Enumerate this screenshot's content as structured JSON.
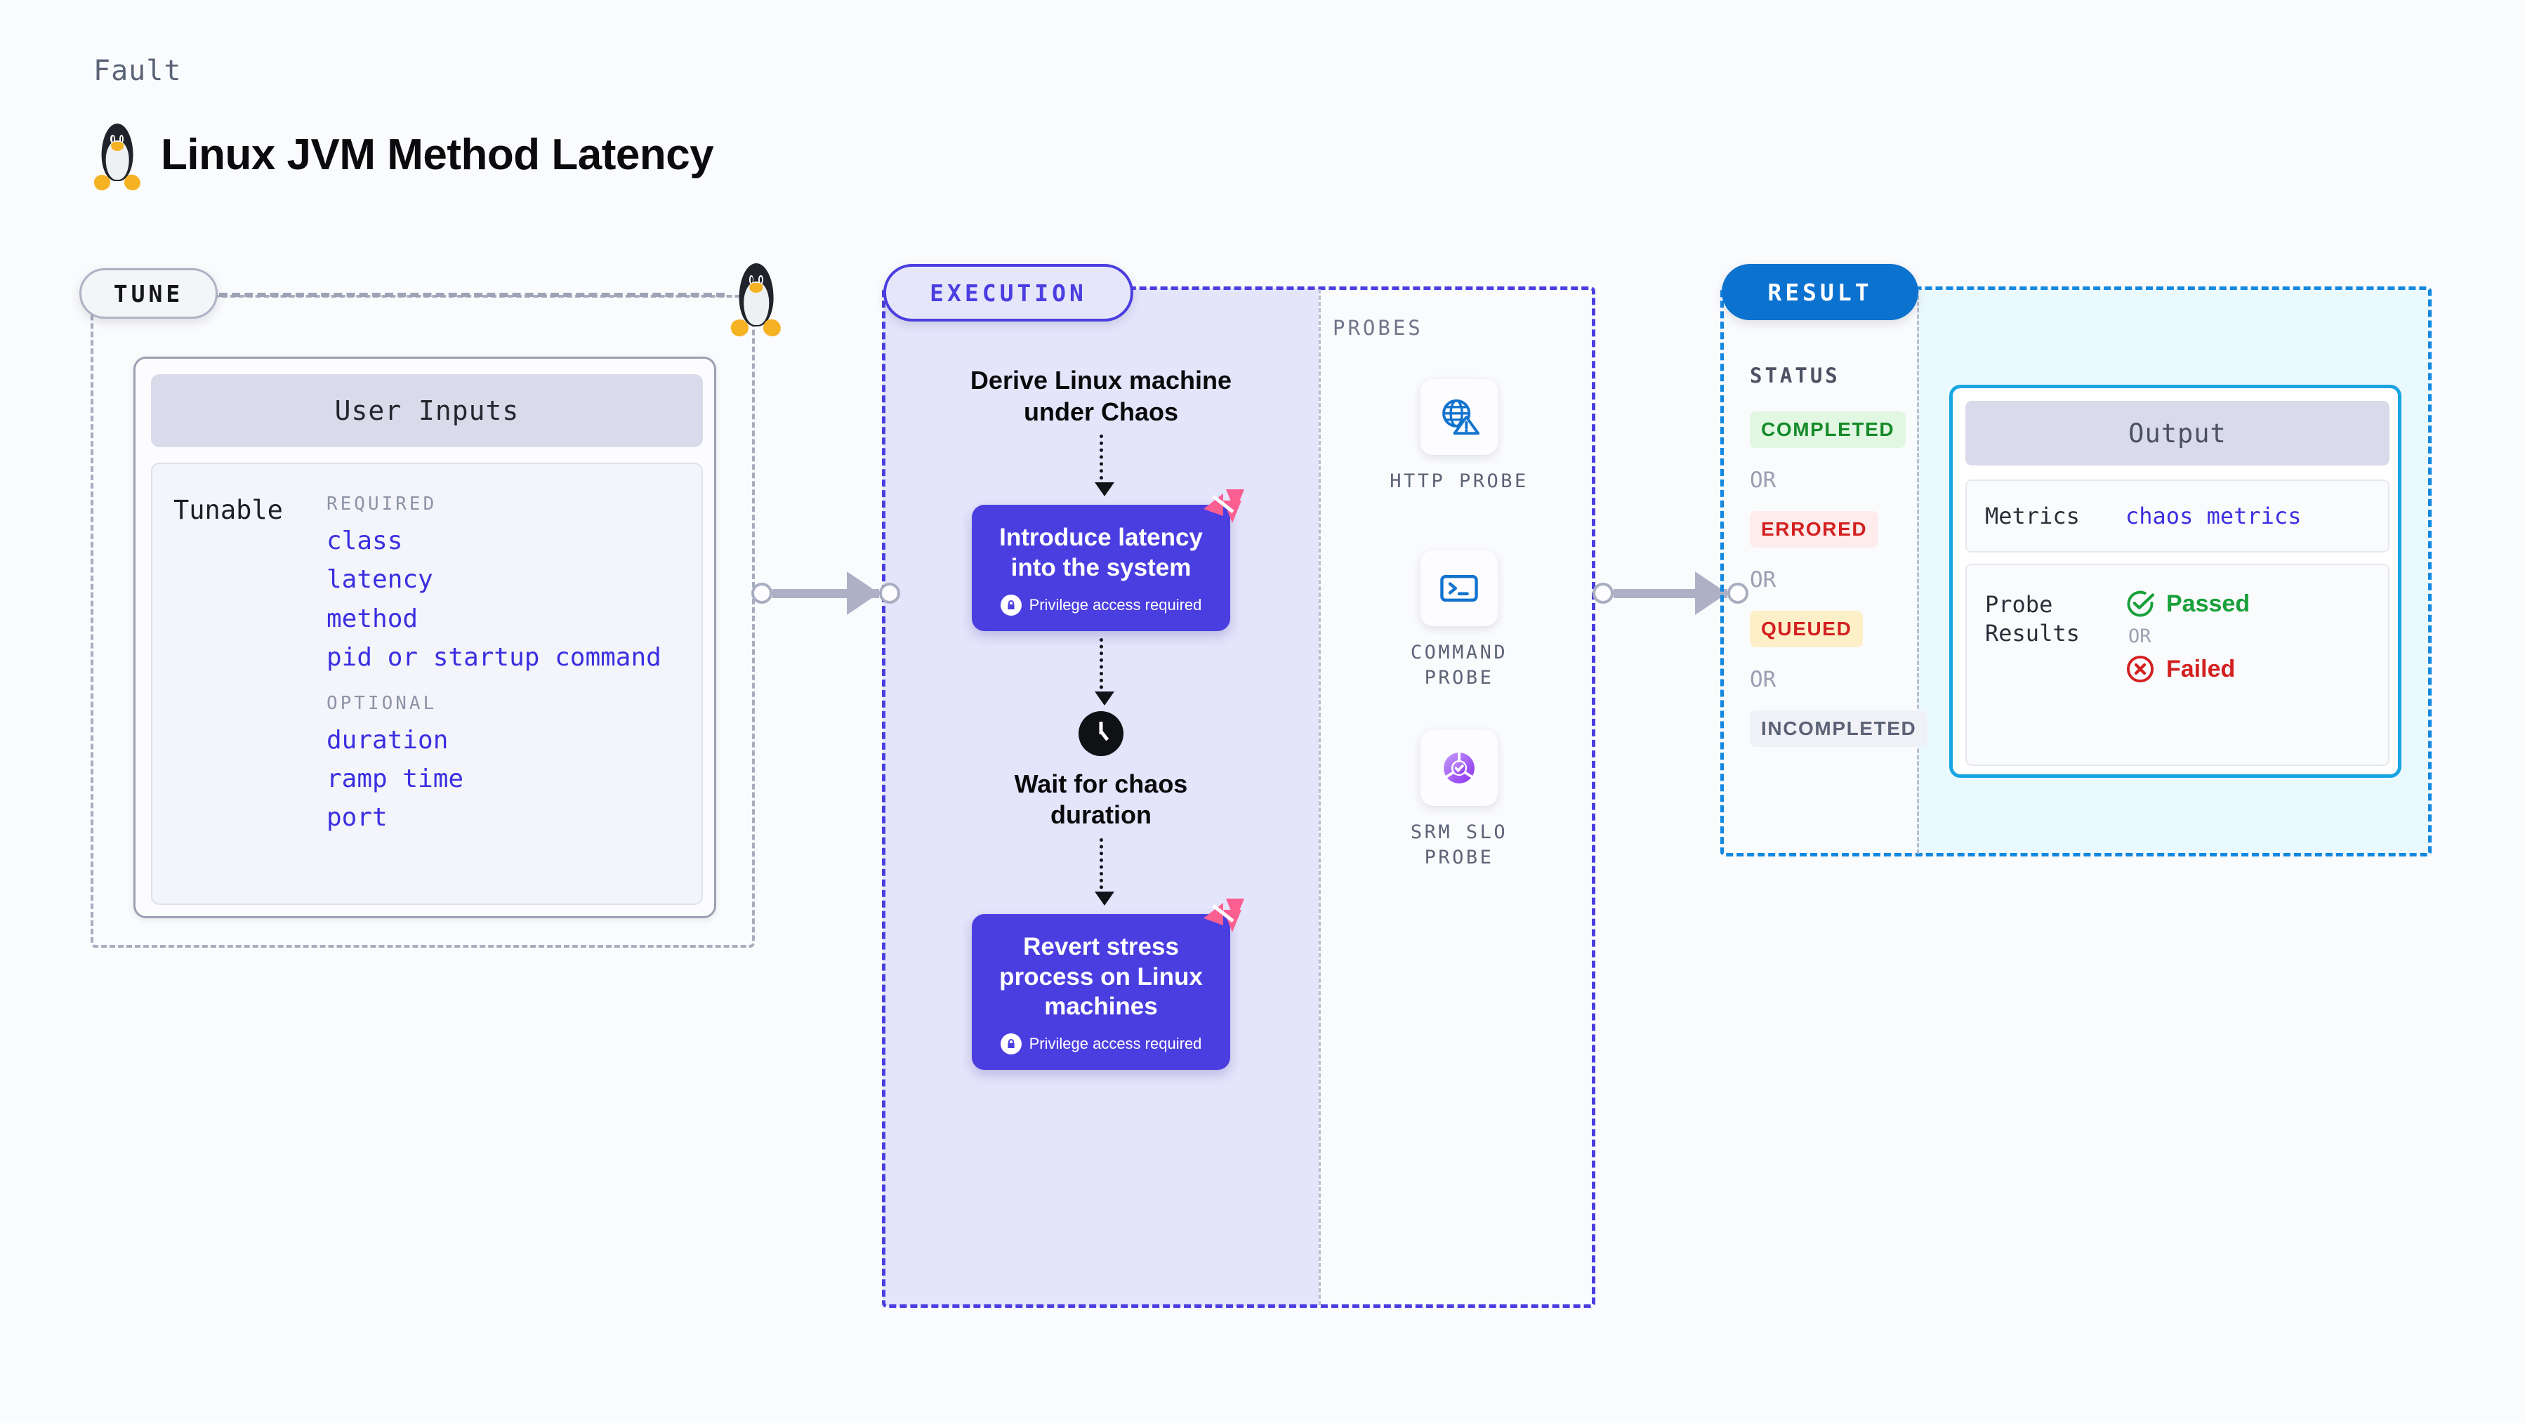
{
  "header": {
    "kicker": "Fault",
    "title": "Linux JVM Method Latency",
    "icon": "linux-penguin-icon"
  },
  "tune": {
    "pill_label": "TUNE",
    "card_header": "User Inputs",
    "tunable_label": "Tunable",
    "groups": [
      {
        "heading": "REQUIRED",
        "items": [
          "class",
          "latency",
          "method",
          "pid or startup command"
        ]
      },
      {
        "heading": "OPTIONAL",
        "items": [
          "duration",
          "ramp time",
          "port"
        ]
      }
    ]
  },
  "execution": {
    "pill_label": "EXECUTION",
    "steps": [
      {
        "type": "text",
        "label": "Derive Linux machine\nunder Chaos"
      },
      {
        "type": "action",
        "label": "Introduce latency\ninto the system",
        "note": "Privilege access required",
        "badge": "harness-corner-badge"
      },
      {
        "type": "wait",
        "label": "Wait for chaos\nduration",
        "icon": "clock-icon"
      },
      {
        "type": "action",
        "label": "Revert stress\nprocess on Linux\nmachines",
        "note": "Privilege access required",
        "badge": "harness-corner-badge"
      }
    ]
  },
  "probes": {
    "label": "PROBES",
    "items": [
      {
        "name": "HTTP PROBE",
        "icon": "globe-warning-icon"
      },
      {
        "name": "COMMAND PROBE",
        "icon": "terminal-prompt-icon"
      },
      {
        "name": "SRM SLO PROBE",
        "icon": "slo-donut-check-icon"
      }
    ]
  },
  "result": {
    "pill_label": "RESULT",
    "status_label": "STATUS",
    "or_label": "OR",
    "statuses": [
      {
        "label": "COMPLETED",
        "fg": "#168a2a",
        "bg": "#e2f7e1"
      },
      {
        "label": "ERRORED",
        "fg": "#d32020",
        "bg": "#fdeceb"
      },
      {
        "label": "QUEUED",
        "fg": "#d32020",
        "bg": "#fdf0c8"
      },
      {
        "label": "INCOMPLETED",
        "fg": "#5c6377",
        "bg": "#f0f1f6"
      }
    ],
    "output": {
      "header": "Output",
      "metrics_key": "Metrics",
      "metrics_value": "chaos metrics",
      "probe_results_key": "Probe\nResults",
      "passed_label": "Passed",
      "failed_label": "Failed",
      "or_label": "OR"
    }
  },
  "colors": {
    "accent_purple": "#4b3ee0",
    "accent_blue": "#0b72d0",
    "accent_cyan": "#19a5e2",
    "pink_badge": "#fb5f92",
    "exec_fill": "#e4e4fb",
    "result_fill": "#eaf9fd",
    "link": "#3b2fe0"
  }
}
